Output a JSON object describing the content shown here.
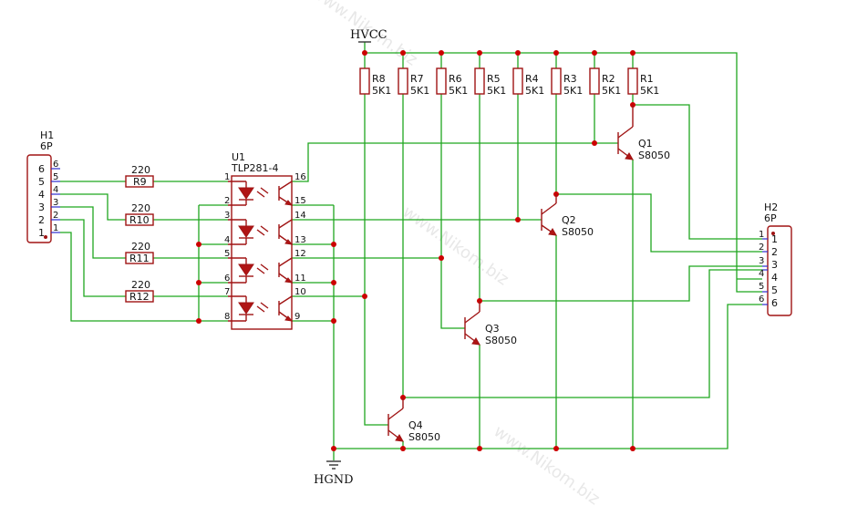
{
  "power": {
    "hvcc": "HVCC",
    "hgnd": "HGND"
  },
  "h1": {
    "ref": "H1",
    "value": "6P",
    "pins": [
      "6",
      "5",
      "4",
      "3",
      "2",
      "1"
    ]
  },
  "h2": {
    "ref": "H2",
    "value": "6P",
    "pins": [
      "1",
      "2",
      "3",
      "4",
      "5",
      "6"
    ]
  },
  "u1": {
    "ref": "U1",
    "value": "TLP281-4",
    "left_pins": [
      "1",
      "2",
      "3",
      "4",
      "5",
      "6",
      "7",
      "8"
    ],
    "right_pins": [
      "16",
      "15",
      "14",
      "13",
      "12",
      "11",
      "10",
      "9"
    ]
  },
  "input_resistors": [
    {
      "ref": "R9",
      "value": "220"
    },
    {
      "ref": "R10",
      "value": "220"
    },
    {
      "ref": "R11",
      "value": "220"
    },
    {
      "ref": "R12",
      "value": "220"
    }
  ],
  "pullup_resistors": [
    {
      "ref": "R8",
      "value": "5K1"
    },
    {
      "ref": "R7",
      "value": "5K1"
    },
    {
      "ref": "R6",
      "value": "5K1"
    },
    {
      "ref": "R5",
      "value": "5K1"
    },
    {
      "ref": "R4",
      "value": "5K1"
    },
    {
      "ref": "R3",
      "value": "5K1"
    },
    {
      "ref": "R2",
      "value": "5K1"
    },
    {
      "ref": "R1",
      "value": "5K1"
    }
  ],
  "transistors": [
    {
      "ref": "Q1",
      "value": "S8050"
    },
    {
      "ref": "Q2",
      "value": "S8050"
    },
    {
      "ref": "Q3",
      "value": "S8050"
    },
    {
      "ref": "Q4",
      "value": "S8050"
    }
  ],
  "colors": {
    "wire": "#1fa61f",
    "component": "#a01414",
    "junction": "#cc0000",
    "pin_number": "#2b2bd0"
  }
}
